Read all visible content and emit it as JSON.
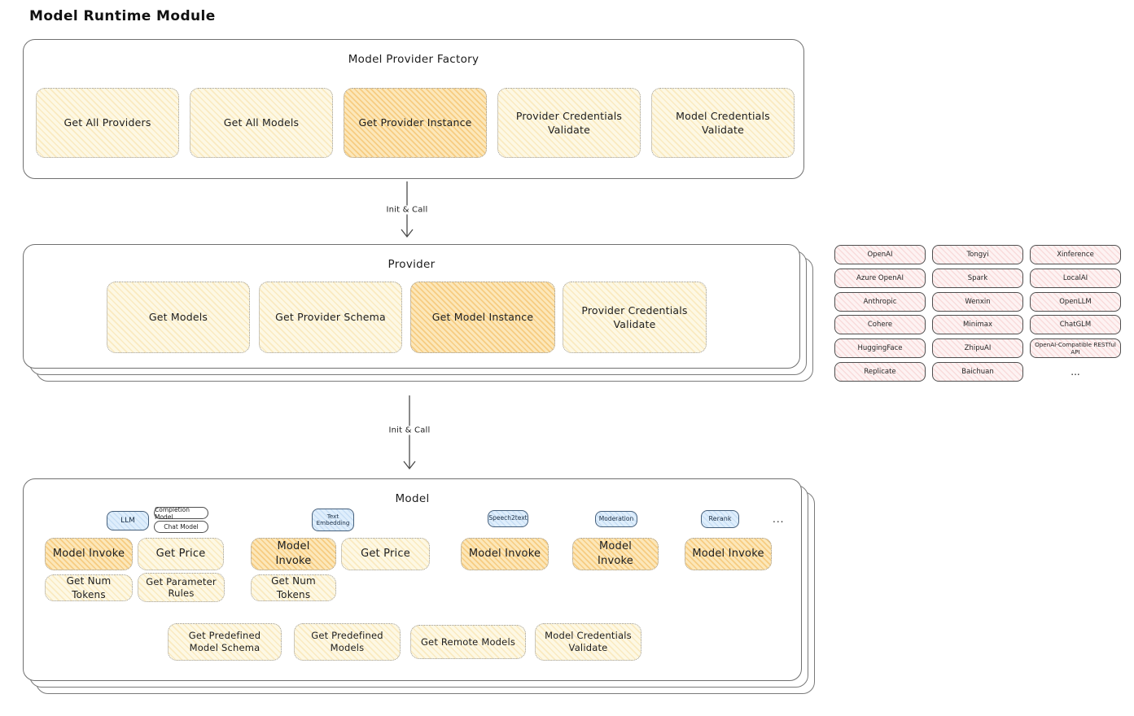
{
  "title": "Model Runtime Module",
  "factory": {
    "title": "Model Provider Factory",
    "boxes": [
      {
        "label": "Get All Providers",
        "highlight": false
      },
      {
        "label": "Get All Models",
        "highlight": false
      },
      {
        "label": "Get Provider Instance",
        "highlight": true
      },
      {
        "label": "Provider Credentials Validate",
        "highlight": false
      },
      {
        "label": "Model Credentials Validate",
        "highlight": false
      }
    ]
  },
  "arrows": {
    "first": "Init & Call",
    "second": "Init & Call"
  },
  "provider": {
    "title": "Provider",
    "boxes": [
      {
        "label": "Get Models",
        "highlight": false
      },
      {
        "label": "Get Provider Schema",
        "highlight": false
      },
      {
        "label": "Get Model Instance",
        "highlight": true
      },
      {
        "label": "Provider Credentials Validate",
        "highlight": false
      }
    ]
  },
  "providers": {
    "col1": [
      "OpenAI",
      "Azure OpenAI",
      "Anthropic",
      "Cohere",
      "HuggingFace",
      "Replicate"
    ],
    "col2": [
      "Tongyi",
      "Spark",
      "Wenxin",
      "Minimax",
      "ZhipuAI",
      "Baichuan"
    ],
    "col3": [
      "Xinference",
      "LocalAI",
      "OpenLLM",
      "ChatGLM",
      "OpenAI-Compatible RESTful API",
      "..."
    ]
  },
  "model": {
    "title": "Model",
    "tags": {
      "llm": "LLM",
      "completion": "Completion Model",
      "chat": "Chat Model",
      "embedding": "Text Embedding",
      "speech": "Speech2text",
      "moderation": "Moderation",
      "rerank": "Rerank",
      "more": "..."
    },
    "functions": {
      "invoke": "Model Invoke",
      "price": "Get Price",
      "tokens": "Get Num Tokens",
      "param_rules": "Get Parameter Rules"
    },
    "bottom": [
      "Get Predefined Model Schema",
      "Get Predefined Models",
      "Get Remote Models",
      "Model Credentials Validate"
    ]
  },
  "colors": {
    "yellow_fill": "#fdf7e2",
    "orange_fill": "#fbe5b4",
    "pink_fill": "#fdf2f2",
    "blue_fill": "#dcecfb",
    "container_border": "#707070"
  }
}
